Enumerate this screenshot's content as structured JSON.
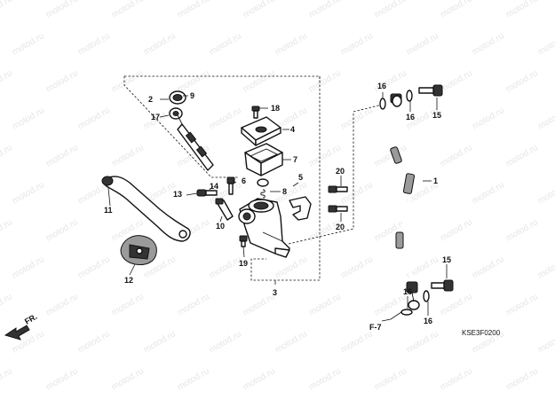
{
  "watermark_text": "motod.ru",
  "diagram_code": "KSE3F0200",
  "ref_label": "F-7",
  "direction_label": "FR.",
  "callouts": [
    {
      "id": "c1",
      "text": "1"
    },
    {
      "id": "c2",
      "text": "2"
    },
    {
      "id": "c3",
      "text": "3"
    },
    {
      "id": "c4",
      "text": "4"
    },
    {
      "id": "c5",
      "text": "5"
    },
    {
      "id": "c6",
      "text": "6"
    },
    {
      "id": "c7",
      "text": "7"
    },
    {
      "id": "c8",
      "text": "8"
    },
    {
      "id": "c9",
      "text": "9"
    },
    {
      "id": "c10",
      "text": "10"
    },
    {
      "id": "c11",
      "text": "11"
    },
    {
      "id": "c12",
      "text": "12"
    },
    {
      "id": "c13",
      "text": "13"
    },
    {
      "id": "c14",
      "text": "14"
    },
    {
      "id": "c15a",
      "text": "15"
    },
    {
      "id": "c15b",
      "text": "15"
    },
    {
      "id": "c16a",
      "text": "16"
    },
    {
      "id": "c16b",
      "text": "16"
    },
    {
      "id": "c16c",
      "text": "16"
    },
    {
      "id": "c16d",
      "text": "16"
    },
    {
      "id": "c17",
      "text": "17"
    },
    {
      "id": "c18",
      "text": "18"
    },
    {
      "id": "c19",
      "text": "19"
    },
    {
      "id": "c20a",
      "text": "20"
    },
    {
      "id": "c20b",
      "text": "20"
    }
  ]
}
